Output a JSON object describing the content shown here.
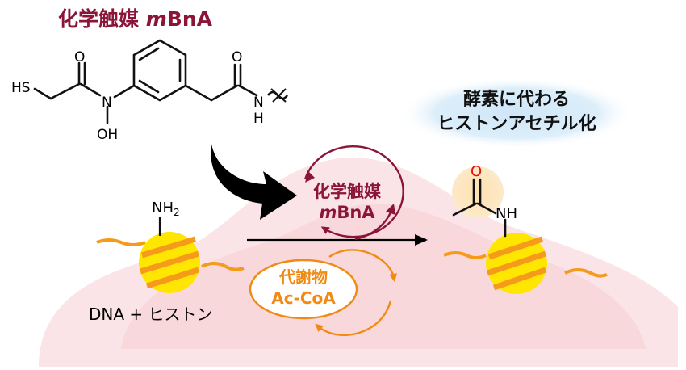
{
  "title": {
    "prefix": "化学触媒 ",
    "italic": "m",
    "suffix": "BnA",
    "color": "#8a1538"
  },
  "structure": {
    "atoms": {
      "hs": "HS",
      "o_left": "O",
      "n_center": "N",
      "oh": "OH",
      "o_right": "O",
      "n_right": "N",
      "h_right": "H"
    }
  },
  "callout": {
    "line1": "酵素に代わる",
    "line2": "ヒストンアセチル化"
  },
  "catalyst_cycle": {
    "line1": "化学触媒",
    "line2_italic": "m",
    "line2_rest": "BnA",
    "color": "#8a1538"
  },
  "metabolite_cycle": {
    "line1": "代謝物",
    "line2": "Ac-CoA",
    "color": "#f08a12"
  },
  "substrate": {
    "amine_label": "NH",
    "amine_sub": "2",
    "caption": "DNA + ヒストン"
  },
  "product": {
    "o_label": "O",
    "nh_label": "NH",
    "o_color": "#e01010"
  },
  "colors": {
    "cell_fill": "#fbe3e6",
    "nucleus_fill": "#f7cdd3",
    "nucleosome": "#ffe600",
    "dna": "#f59a1a",
    "cloud": "#cfe6f7",
    "acetyl_bg": "#fde6bf"
  }
}
